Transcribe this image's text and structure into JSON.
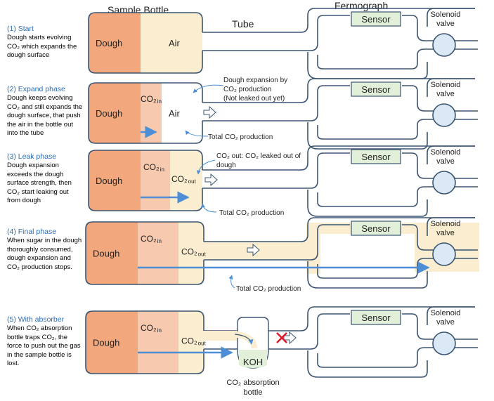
{
  "headers": {
    "sample_bottle": "Sample Bottle",
    "tube": "Tube",
    "fermograph": "Fermograph"
  },
  "labels": {
    "dough": "Dough",
    "air": "Air",
    "sensor": "Sensor",
    "solenoid_line1": "Solenoid",
    "solenoid_line2": "valve",
    "co2": "CO₂",
    "sub_in": "in",
    "sub_out": "out",
    "koh": "KOH",
    "absorption_line1": "CO₂ absorption",
    "absorption_line2": "bottle"
  },
  "steps": [
    {
      "title": "(1) Start",
      "desc": "Dough starts evolving CO₂ which expands the dough surface"
    },
    {
      "title": "(2) Expand phase",
      "desc": "Dough keeps evolving CO₂ and still expands the dough surface, that push the air in the bottle out into the tube"
    },
    {
      "title": "(3) Leak phase",
      "desc": "Dough expansion exceeds the dough surface strength, then CO₂ start leaking out from dough"
    },
    {
      "title": "(4) Final phase",
      "desc": "When sugar in the dough thoroughly consumed, dough expansion and CO₂ production stops."
    },
    {
      "title": "(5) With absorber",
      "desc": "When CO₂ absorption bottle traps CO₂, the force to push out the gas in the sample bottle is lost."
    }
  ],
  "annotations": {
    "expansion_line1": "Dough expansion by",
    "expansion_line2": "CO₂ production",
    "expansion_line3": "(Not leaked out yet)",
    "total_co2": "Total CO₂ production",
    "leak_line1": "CO₂ out: CO₂ leaked out of",
    "leak_line2": "dough"
  },
  "colors": {
    "dough": "#f2a77c",
    "co2_in": "#f7c9ae",
    "co2_out": "#fbeed0",
    "outline": "#3b5570",
    "arrow_blue": "#4d8ed6",
    "pipe_fill": "#fbeed0",
    "sensor_fill": "#e2efd9",
    "valve_fill": "#dbe8f6",
    "cross_red": "#e0192a"
  }
}
